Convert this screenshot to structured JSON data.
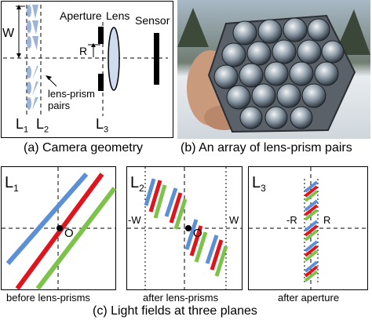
{
  "geometry": {
    "label_w": "W",
    "label_r": "R",
    "aperture_label": "Aperture",
    "lens_label": "Lens",
    "sensor_label": "Sensor",
    "lens_prism_label": "lens-prism\npairs",
    "plane_l1": "L",
    "plane_l2": "L",
    "plane_l3": "L",
    "sub1": "1",
    "sub2": "2",
    "sub3": "3",
    "caption": "(a) Camera geometry"
  },
  "photo": {
    "caption": "(b) An array of lens-prism pairs"
  },
  "panels": {
    "p1_title": "L",
    "p1_sub": "1",
    "p1_origin": "O",
    "p1_caption": "before lens-prisms",
    "p2_title": "L",
    "p2_sub": "2",
    "p2_origin": "O",
    "p2_left": "-W",
    "p2_right": "W",
    "p2_caption": "after lens-prisms",
    "p3_title": "L",
    "p3_sub": "3",
    "p3_left": "-R",
    "p3_right": "R",
    "p3_caption": "after aperture",
    "main_caption": "(c) Light fields at three planes"
  },
  "colors": {
    "blue": "#5b8fd6",
    "red": "#e0141c",
    "green": "#7dc24a",
    "prism": "#9db4d8",
    "lens": "#cfdcf0"
  }
}
